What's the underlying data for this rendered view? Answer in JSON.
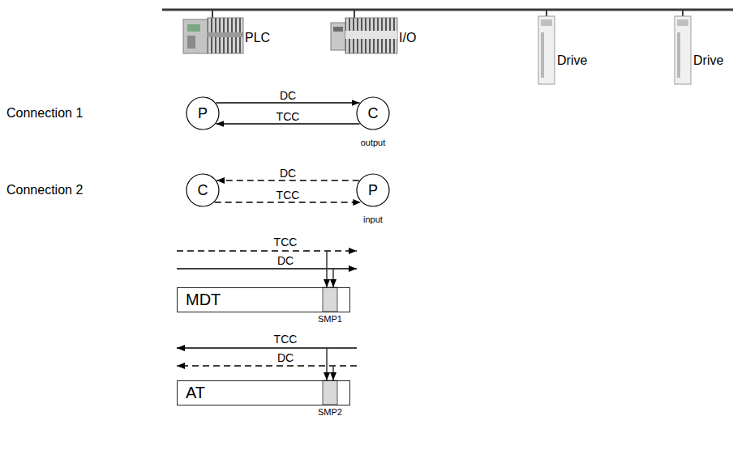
{
  "diagram": {
    "nodes": [
      {
        "text": [
          "P"
        ]
      },
      {
        "text": [
          "C"
        ]
      },
      {
        "text": [
          "C"
        ]
      },
      {
        "text": [
          "P"
        ]
      },
      {
        "text": [
          "MDT"
        ]
      },
      {
        "text": [
          "AT"
        ]
      }
    ],
    "edges": [
      {
        "from": 0,
        "to": 1,
        "arrow": "to",
        "label": "DC"
      },
      {
        "from": 1,
        "to": 0,
        "arrow": "to",
        "label": "TCC"
      },
      {
        "from": 3,
        "to": 2,
        "arrow": "to",
        "label": "DC"
      },
      {
        "from": 2,
        "to": 3,
        "arrow": "to",
        "label": "TCC"
      }
    ],
    "labels": [
      "PLC",
      "I/O",
      "Drive",
      "Drive",
      "Connection 1",
      "output",
      "Connection 2",
      "input",
      "TCC",
      "DC",
      "SMP1",
      "TCC",
      "DC",
      "SMP2"
    ]
  }
}
